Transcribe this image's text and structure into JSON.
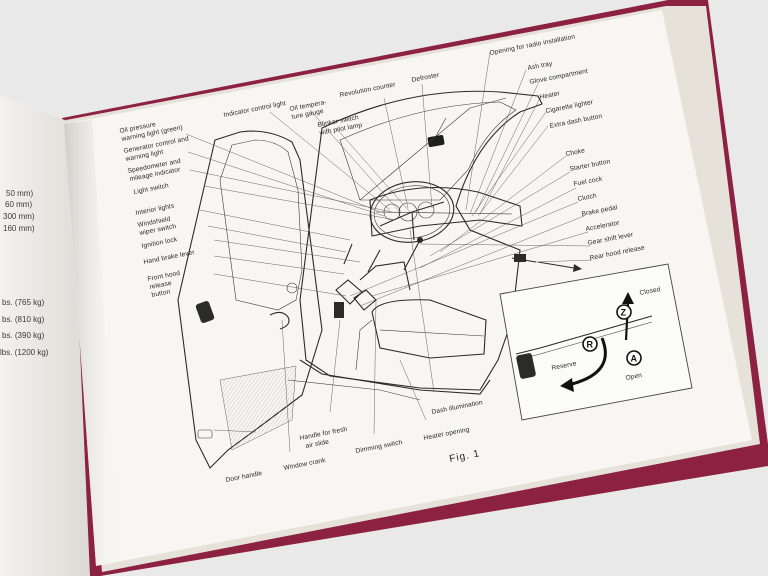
{
  "left_page": {
    "specs": [
      "50 mm)",
      "60 mm)",
      "300 mm)",
      "160 mm)",
      "bs. (765 kg)",
      "bs. (810 kg)",
      "bs. (390 kg)",
      "lbs. (1200 kg)"
    ]
  },
  "labels_left": [
    "Oil pressure",
    "warning light (green)",
    "Generator control and",
    "warning light",
    "Speedometer and",
    "mileage indicator",
    "Light switch",
    "Interior lights",
    "Windshield",
    "wiper switch",
    "Ignition lock",
    "Hand brake lever",
    "Front hood",
    "release",
    "button"
  ],
  "labels_top": [
    "Indicator control light",
    "Oil tempera-",
    "ture gauge",
    "Blinker switch",
    "with pilot lamp",
    "Revolution counter",
    "Defroster"
  ],
  "labels_right": [
    "Opening for radio installation",
    "Ash tray",
    "Glove compartment",
    "Heater",
    "Cigarette lighter",
    "Extra dash button",
    "Choke",
    "Starter button",
    "Fuel cock",
    "Clutch",
    "Brake pedal",
    "Accelerator",
    "Gear shift lever",
    "Rear hood release"
  ],
  "labels_bottom": [
    "Door handle",
    "Window crank",
    "Handle for fresh",
    "air slide",
    "Dimming switch",
    "Heater opening",
    "Dash illumination"
  ],
  "figure_caption": "Fig. 1",
  "fuel_cock_inset": {
    "positions": [
      "Z",
      "R",
      "A"
    ],
    "closed_label": "Closed",
    "open_label": "Open",
    "reserve_label": "Reserve"
  },
  "colors": {
    "background": "#e9e9ea",
    "paper": "#f7f6f2",
    "cover": "#8c2142",
    "ink": "#2b2b2b"
  }
}
